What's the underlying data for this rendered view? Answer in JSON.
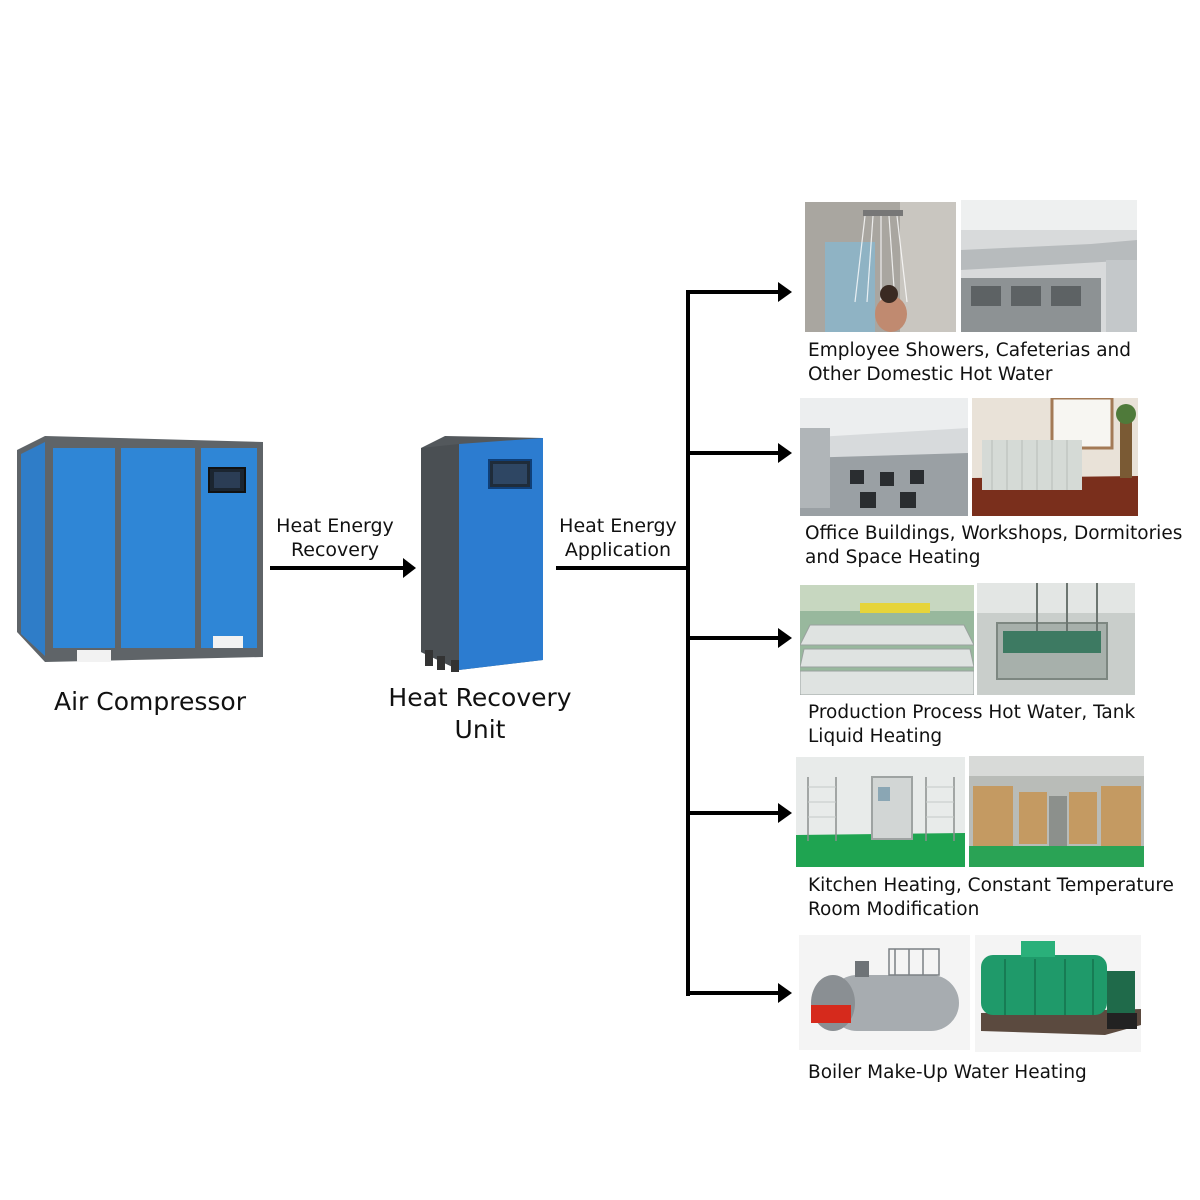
{
  "nodes": {
    "compressor": {
      "label": "Air Compressor"
    },
    "recovery": {
      "label_line1": "Heat Recovery",
      "label_line2": "Unit"
    }
  },
  "flows": {
    "recovery": {
      "line1": "Heat Energy",
      "line2": "Recovery"
    },
    "application": {
      "line1": "Heat Energy",
      "line2": "Application"
    }
  },
  "applications": [
    {
      "line1": "Employee Showers, Cafeterias and",
      "line2": "Other Domestic Hot Water",
      "photos": [
        "shower-photo",
        "cafeteria-kitchen-photo"
      ]
    },
    {
      "line1": "Office Buildings, Workshops, Dormitories",
      "line2": "and Space Heating",
      "photos": [
        "office-photo",
        "radiator-photo"
      ]
    },
    {
      "line1": "Production Process Hot Water, Tank",
      "line2": "Liquid Heating",
      "photos": [
        "production-line-photo",
        "tank-photo"
      ]
    },
    {
      "line1": "Kitchen Heating, Constant Temperature",
      "line2": "Room Modification",
      "photos": [
        "clean-room-photo",
        "drying-room-photo"
      ]
    },
    {
      "line1": "Boiler Make-Up Water Heating",
      "line2": "",
      "photos": [
        "oil-boiler-photo",
        "coal-boiler-photo"
      ]
    }
  ],
  "colors": {
    "machine_blue": "#2d7fd0",
    "machine_grey": "#5a5f63",
    "arrow": "#000000"
  }
}
